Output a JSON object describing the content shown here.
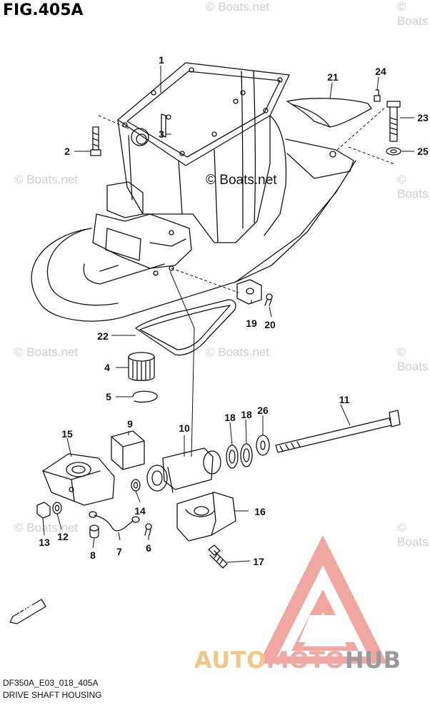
{
  "figure": {
    "title": "FIG.405A",
    "code": "DF350A_E03_018_405A",
    "caption": "DRIVE SHAFT HOUSING",
    "fwd_label": "FWD"
  },
  "watermarks": {
    "text": "© Boats.net",
    "center": "© Boats.net"
  },
  "logo": {
    "part1": "AUTO",
    "part2": "MOTO",
    "part3": "HUB",
    "colors": {
      "auto": "#f2c88a",
      "moto": "#f2a8a4",
      "hub": "#9b9b9b",
      "mark": "#f0a6a1"
    }
  },
  "callouts": [
    "1",
    "2",
    "3",
    "4",
    "5",
    "6",
    "7",
    "8",
    "9",
    "10",
    "11",
    "12",
    "13",
    "14",
    "15",
    "16",
    "17",
    "18",
    "18",
    "19",
    "20",
    "21",
    "22",
    "23",
    "24",
    "25",
    "26"
  ]
}
